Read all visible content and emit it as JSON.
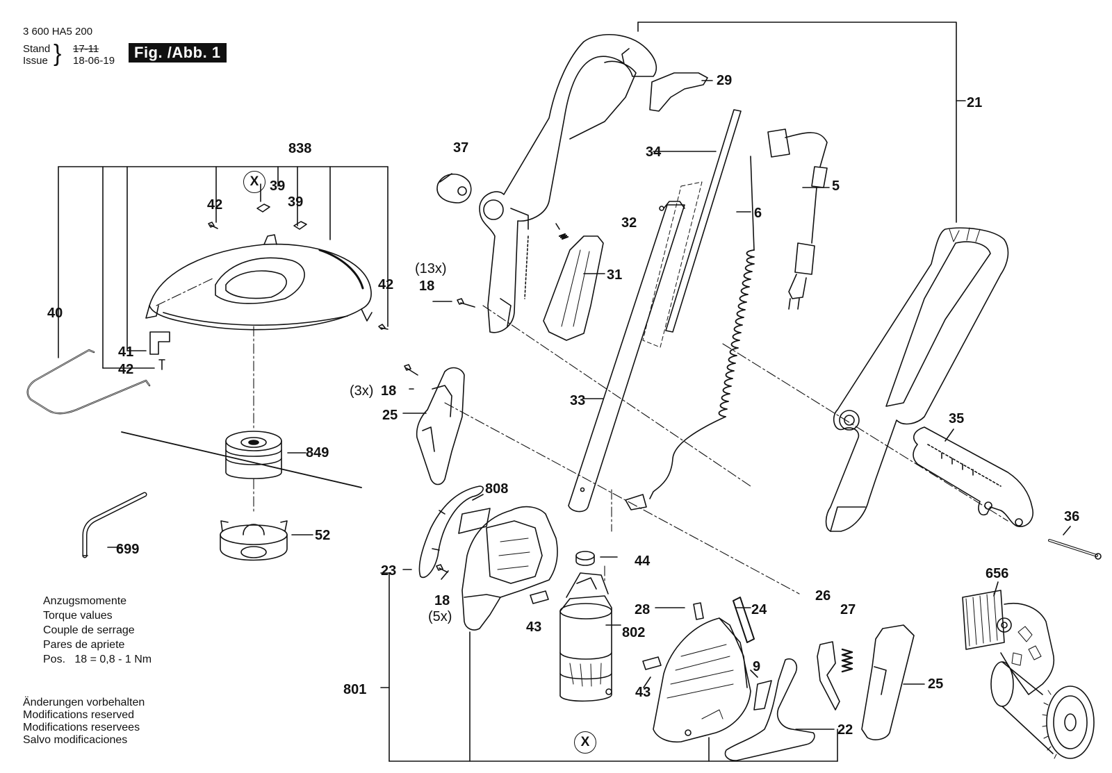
{
  "header": {
    "doc_number": "3 600 HA5 200",
    "stand_label": "Stand",
    "issue_label": "Issue",
    "old_date": "17-11",
    "issue_date": "18-06-19",
    "fig_label": "Fig. /Abb. 1"
  },
  "torque_notes": {
    "lines": [
      "Anzugsmomente",
      "Torque values",
      "Couple de serrage",
      "Pares de apriete"
    ],
    "pos_label": "Pos.",
    "pos_value": "18 = 0,8 - 1 Nm"
  },
  "change_notes": [
    "Änderungen vorbehalten",
    "Modifications reserved",
    "Modifications reservees",
    "Salvo modificaciones"
  ],
  "part_labels": {
    "p838": "838",
    "p42a": "42",
    "p39a": "39",
    "p39b": "39",
    "p42b": "42",
    "p40": "40",
    "p41": "41",
    "p42c": "42",
    "p849": "849",
    "p699": "699",
    "p52": "52",
    "p37": "37",
    "p29": "29",
    "p34": "34",
    "p21": "21",
    "p5": "5",
    "p6": "6",
    "p32": "32",
    "p31": "31",
    "p18a": "18",
    "p18b": "18",
    "p25a": "25",
    "p33": "33",
    "p808": "808",
    "p23": "23",
    "p18c": "18",
    "p43a": "43",
    "p44": "44",
    "p802": "802",
    "p28": "28",
    "p24": "24",
    "p43b": "43",
    "p9": "9",
    "p22": "22",
    "p801": "801",
    "p26": "26",
    "p27": "27",
    "p25b": "25",
    "p35": "35",
    "p36": "36",
    "p656": "656"
  },
  "quantity_notes": {
    "q13x": "(13x)",
    "q3x": "(3x)",
    "q5x": "(5x)"
  },
  "marker_x": "X"
}
